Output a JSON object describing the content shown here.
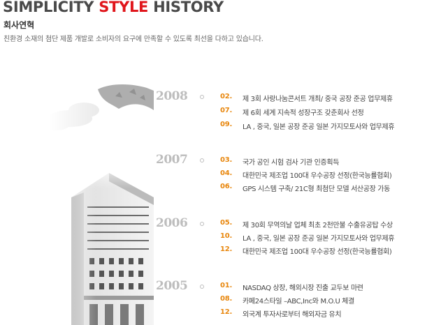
{
  "header": {
    "title_part1": "SIMPLICITY ",
    "title_accent": "STYLE",
    "title_part2": " HISTORY",
    "subtitle": "회사연혁",
    "description": "친환경 소재의 첨단 제품 개발로 소비자의 요구에 만족할 수 있도록 최선을 다하고 있습니다."
  },
  "colors": {
    "accent": "#e0161c",
    "month": "#e8870e",
    "year": "#bdbdbd"
  },
  "timeline": [
    {
      "year": "2008",
      "events": [
        {
          "month": "02.",
          "text": "제 3회 사랑나눔콘서트 개최/ 중국 공장 준공 업무제휴"
        },
        {
          "month": "07.",
          "text": "제 6회 세계 지속적 성장구조 갖춘회사 선정"
        },
        {
          "month": "09.",
          "text": "LA , 중국, 일본 공장 준공 일본 가지모토사와 업무제휴"
        }
      ]
    },
    {
      "year": "2007",
      "events": [
        {
          "month": "03.",
          "text": "국가 공인 시험 검사 기관 인증획득"
        },
        {
          "month": "04.",
          "text": "대한민국 제조업 100대 우수공장 선정(한국능률협회)"
        },
        {
          "month": "06.",
          "text": "GPS 시스템 구축/ 21C형 최첨단 모델 서산공장 가동"
        }
      ]
    },
    {
      "year": "2006",
      "events": [
        {
          "month": "05.",
          "text": "제 30회 무역의날 업체 최초 2천만불 수출유공탑 수상"
        },
        {
          "month": "10.",
          "text": "LA , 중국, 일본 공장 준공 일본 가지모토사와 업무제휴"
        },
        {
          "month": "12.",
          "text": "대한민국 제조업 100대 우수공장 선정(한국능률협회)"
        }
      ]
    },
    {
      "year": "2005",
      "events": [
        {
          "month": "01.",
          "text": "NASDAQ 상장, 해외시장 진출 교두보 마련"
        },
        {
          "month": "08.",
          "text": "카페24스타일 –ABC,Inc와 M.O.U 체결"
        },
        {
          "month": "12.",
          "text": "외국계 투자사로부터 해외자금 유치"
        }
      ]
    }
  ]
}
